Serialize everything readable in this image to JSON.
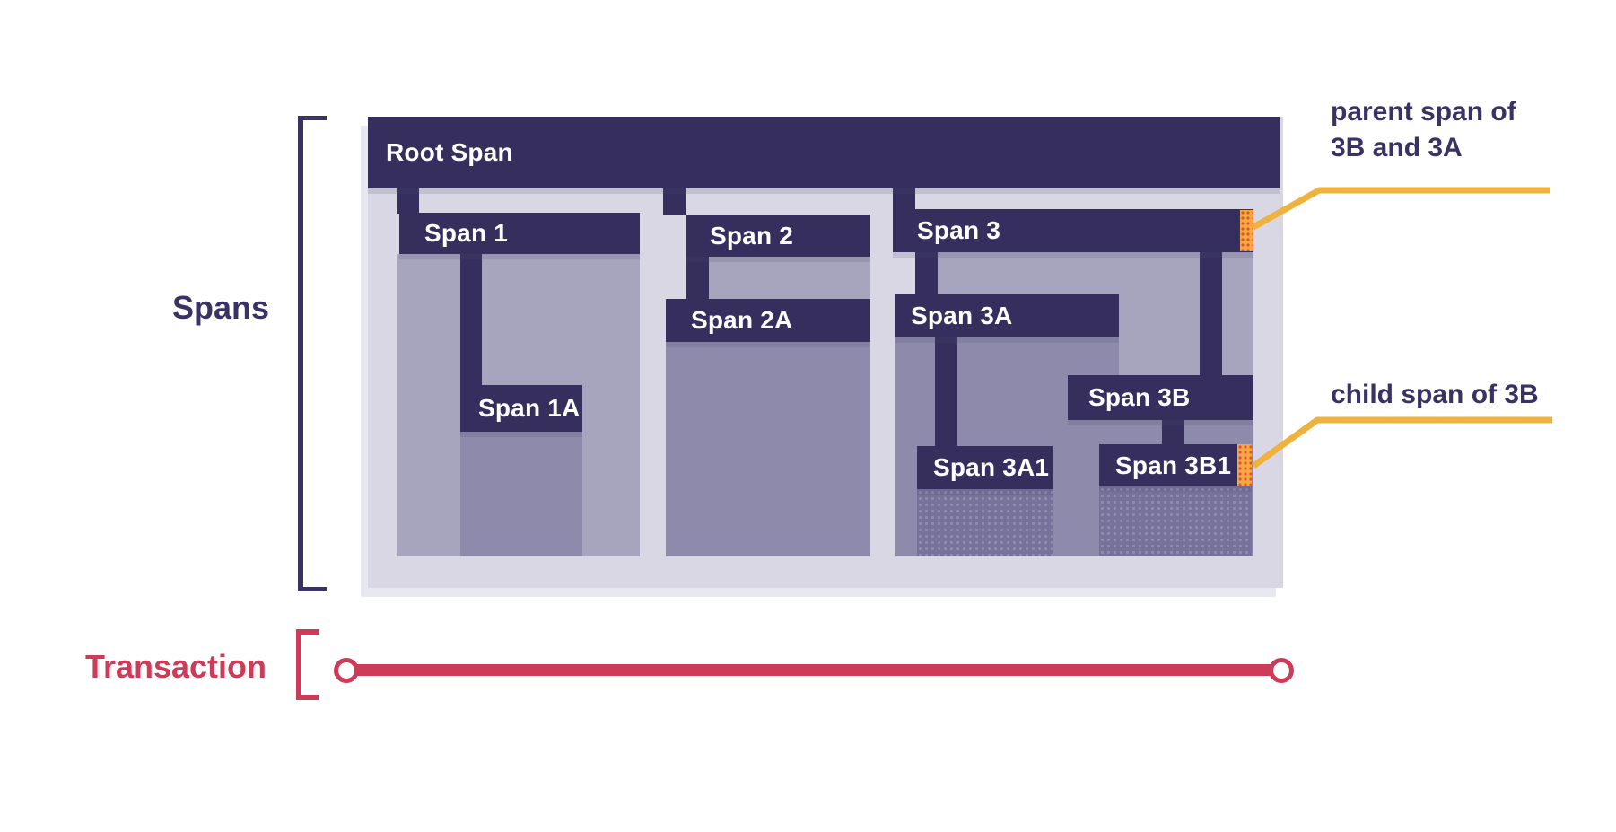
{
  "side": {
    "spans_label": "Spans",
    "transaction_label": "Transaction"
  },
  "spans": {
    "root": "Root Span",
    "s1": "Span 1",
    "s1a": "Span 1A",
    "s2": "Span 2",
    "s2a": "Span 2A",
    "s3": "Span 3",
    "s3a": "Span 3A",
    "s3a1": "Span 3A1",
    "s3b": "Span 3B",
    "s3b1": "Span 3B1"
  },
  "annotations": {
    "parent_line1": "parent span of",
    "parent_line2": "3B and 3A",
    "child": "child span of 3B"
  },
  "colors": {
    "span_bar": "#362f5e",
    "container": "#d8d7e3",
    "panel_level1": "#a7a4be",
    "panel_level2": "#8e8aab",
    "panel_level3": "#777299",
    "highlight_orange": "#f4a93c",
    "callout_yellow": "#eeb23d",
    "transaction_red": "#cc3b57",
    "label_navy": "#3b3264"
  }
}
